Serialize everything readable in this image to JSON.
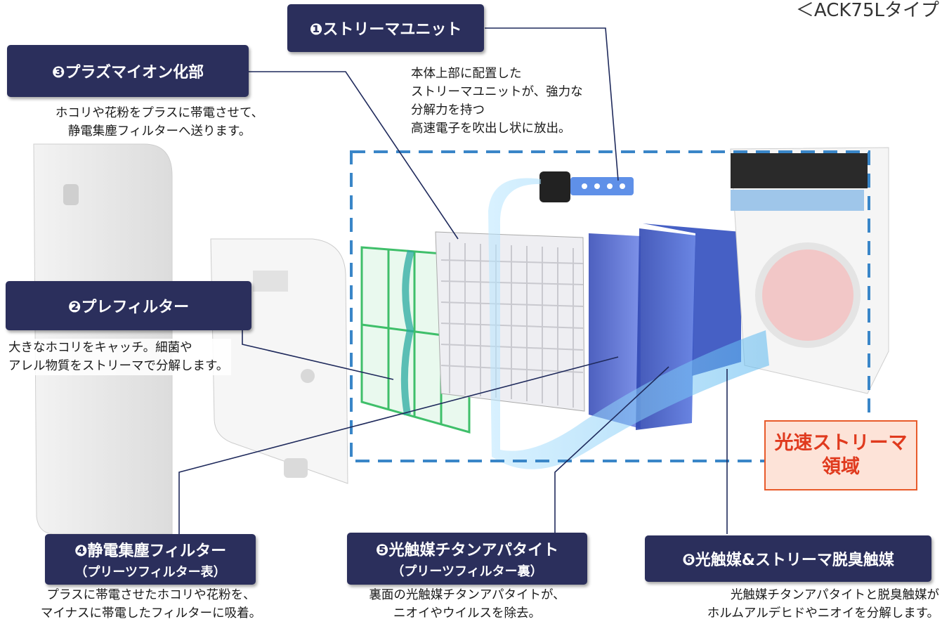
{
  "type_label": "＜ACK75Lタイプ",
  "callouts": {
    "streamer_unit": {
      "number": "❶",
      "title": "ストリーマユニット",
      "desc": [
        "本体上部に配置した",
        "ストリーマユニットが、強力な",
        "分解力を持つ",
        "高速電子を吹出し状に放出。"
      ]
    },
    "prefilter": {
      "number": "❷",
      "title": "プレフィルター",
      "desc": [
        "大きなホコリをキャッチ。細菌や",
        "アレル物質をストリーマで分解します。"
      ]
    },
    "plasma_ion": {
      "number": "❸",
      "title": "プラズマイオン化部",
      "desc": [
        "ホコリや花粉をプラスに帯電させて、",
        "静電集塵フィルターへ送ります。"
      ]
    },
    "electrostatic_filter": {
      "number": "❹",
      "title": "静電集塵フィルター",
      "subtitle": "（プリーツフィルター表）",
      "desc": [
        "プラスに帯電させたホコリや花粉を、",
        "マイナスに帯電したフィルターに吸着。"
      ]
    },
    "photocatalyst_apatite": {
      "number": "❺",
      "title": "光触媒チタンアパタイト",
      "subtitle": "（プリーツフィルター裏）",
      "desc": [
        "裏面の光触媒チタンアパタイトが、",
        "ニオイやウイルスを除去。"
      ]
    },
    "deodorizing_catalyst": {
      "number": "❻",
      "title": "光触媒&ストリーマ脱臭触媒",
      "desc": [
        "光触媒チタンアパタイトと脱臭触媒が",
        "ホルムアルデヒドやニオイを分解します。"
      ]
    }
  },
  "zone": {
    "line1": "光速ストリーマ",
    "line2": "領域"
  },
  "colors": {
    "label_bg": "#2b2f5c",
    "zone_border": "#3a86c8",
    "zone_text": "#e03a1e",
    "zone_bg": "#fde3d8",
    "prefilter_green": "#3fbf6a",
    "filter_blue": "#4a5fc8"
  }
}
